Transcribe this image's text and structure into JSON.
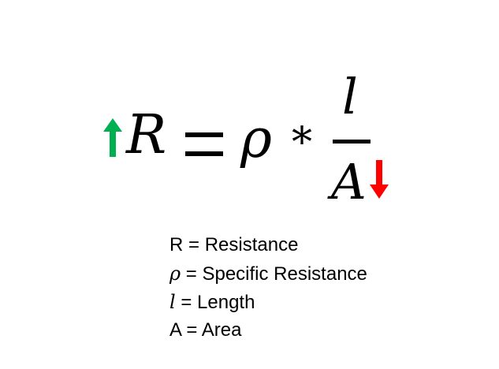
{
  "formula": {
    "lhs": "R",
    "equals": "=",
    "rho": "ρ",
    "times": "*",
    "numerator": "l",
    "denominator": "A",
    "lhs_arrow": {
      "direction": "up",
      "color": "#00B050",
      "icon": "arrow-up-icon"
    },
    "denominator_arrow": {
      "direction": "down",
      "color": "#FF0000",
      "icon": "arrow-down-icon"
    }
  },
  "legend": [
    {
      "symbol": "R",
      "text": " = Resistance"
    },
    {
      "symbol": "ρ",
      "text": " = Specific Resistance"
    },
    {
      "symbol": "l",
      "text": " = Length"
    },
    {
      "symbol": "A",
      "text": " = Area"
    }
  ]
}
